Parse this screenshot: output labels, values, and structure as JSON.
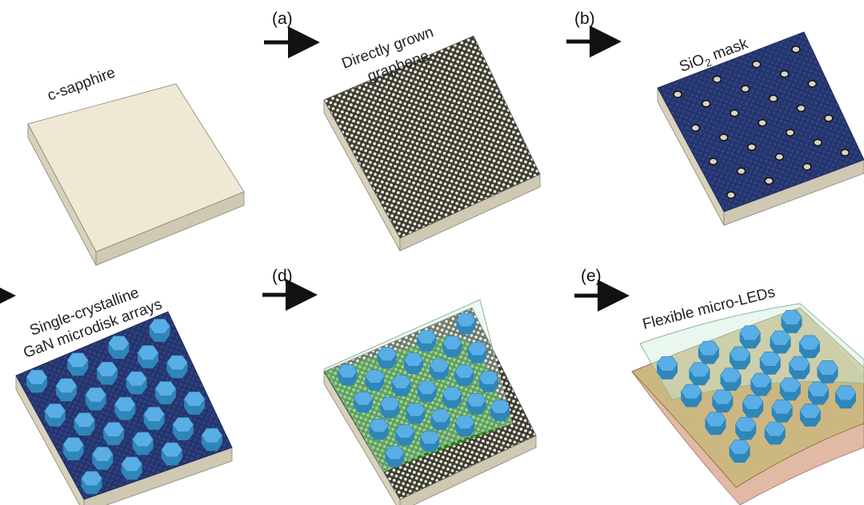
{
  "steps": [
    {
      "id": "a",
      "label": "(a)"
    },
    {
      "id": "b",
      "label": "(b)"
    },
    {
      "id": "d",
      "label": "(d)"
    },
    {
      "id": "e",
      "label": "(e)"
    }
  ],
  "panels": {
    "sapphire": {
      "label": "c-sapphire"
    },
    "graphene": {
      "label_line1": "Directly grown",
      "label_line2": "graphene"
    },
    "mask": {
      "label_main": "SiO",
      "label_sub": "2",
      "label_rest": " mask"
    },
    "gan": {
      "label_line1": "Single-crystalline",
      "label_line2": "GaN microdisk arrays"
    },
    "flexible": {
      "label": "Flexible micro-LEDs"
    }
  },
  "colors": {
    "sapphire": "#eee8d5",
    "sapphire_side": "#cfc8b2",
    "mask": "#2b3d78",
    "gan": "#5aaee6",
    "gan_side": "#2f86b8",
    "graphene_green": "#5fc04a",
    "film": "#cfeede",
    "copper": "#e2b9a4"
  }
}
